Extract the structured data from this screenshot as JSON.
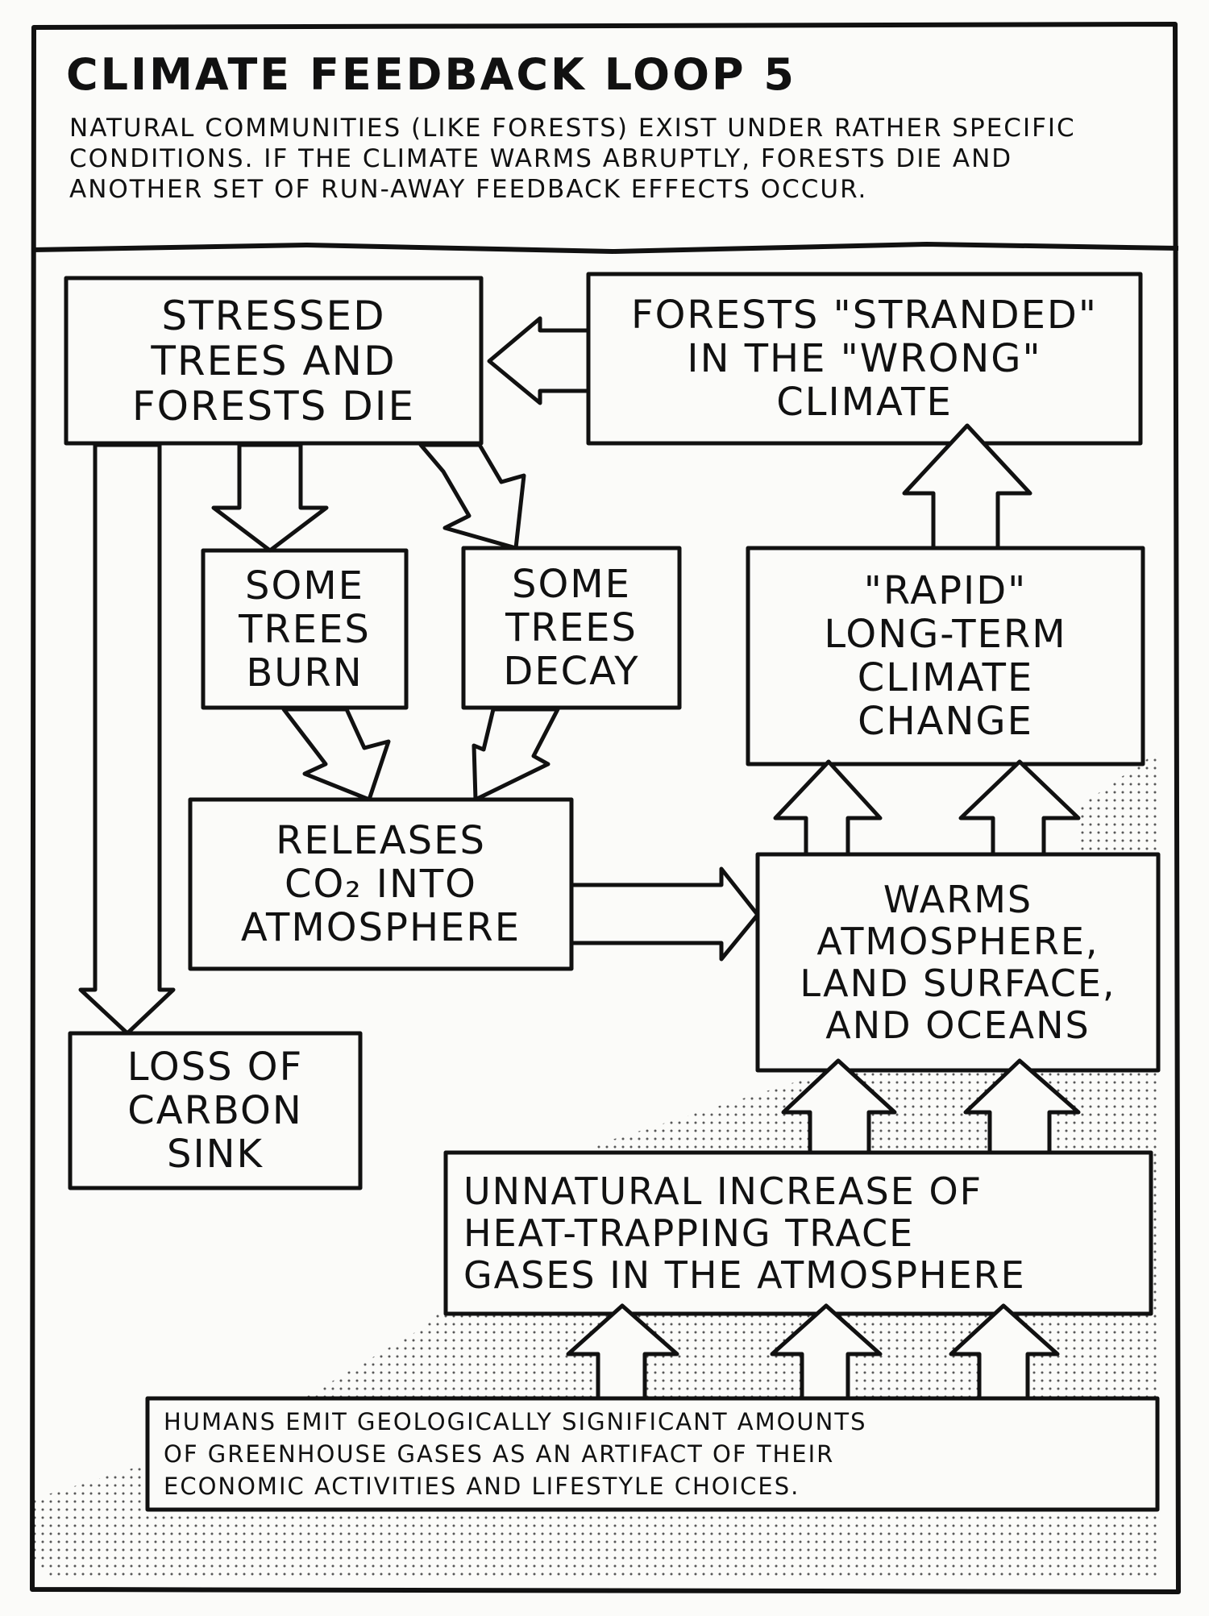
{
  "title": "CLIMATE FEEDBACK LOOP 5",
  "intro": "NATURAL COMMUNITIES (LIKE FORESTS) EXIST UNDER RATHER SPECIFIC CONDITIONS.  IF THE CLIMATE WARMS ABRUPTLY, FORESTS DIE AND ANOTHER SET OF RUN-AWAY FEEDBACK EFFECTS OCCUR.",
  "boxes": {
    "stressed": "STRESSED\nTREES AND\nFORESTS DIE",
    "stranded": "FORESTS \"STRANDED\"\nIN THE \"WRONG\"\nCLIMATE",
    "burn": "SOME\nTREES\nBURN",
    "decay": "SOME\nTREES\nDECAY",
    "rapid": "\"RAPID\"\nLONG-TERM\nCLIMATE\nCHANGE",
    "releases": "RELEASES\nCO₂ INTO\nATMOSPHERE",
    "warms": "WARMS\nATMOSPHERE,\nLAND SURFACE,\nAND OCEANS",
    "loss": "LOSS OF\nCARBON\nSINK",
    "unnatural": "UNNATURAL INCREASE OF\nHEAT-TRAPPING TRACE\nGASES IN THE ATMOSPHERE",
    "humans": "HUMANS EMIT GEOLOGICALLY SIGNIFICANT AMOUNTS\nOF GREENHOUSE GASES AS AN ARTIFACT OF THEIR\nECONOMIC ACTIVITIES AND LIFESTYLE CHOICES."
  }
}
